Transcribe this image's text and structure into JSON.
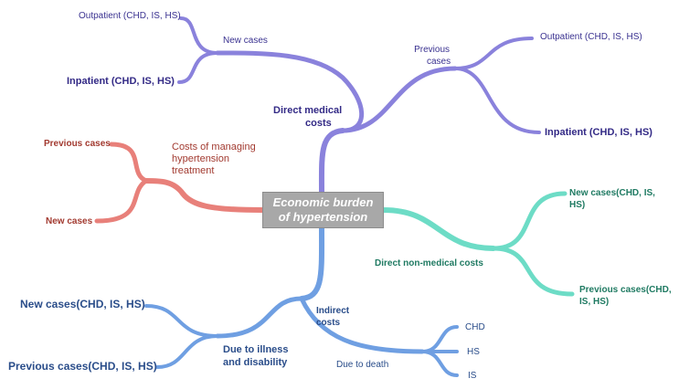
{
  "center": {
    "line1": "Economic burden",
    "line2": "of hypertension"
  },
  "direct_medical": {
    "label": [
      "Direct medical",
      "costs"
    ],
    "new_cases": "New cases",
    "outpatient_new": "Outpatient (CHD, IS, HS)",
    "inpatient_new": "Inpatient (CHD, IS, HS)",
    "previous_cases": [
      "Previous",
      "cases"
    ],
    "outpatient_prev": "Outpatient (CHD, IS, HS)",
    "inpatient_prev": "Inpatient (CHD, IS, HS)"
  },
  "managing": {
    "label": [
      "Costs of managing",
      "hypertension",
      "treatment"
    ],
    "previous_cases": "Previous cases",
    "new_cases": "New cases"
  },
  "non_medical": {
    "label": "Direct non-medical costs",
    "new_cases": [
      "New cases(CHD, IS,",
      "HS)"
    ],
    "previous_cases": [
      "Previous cases(CHD,",
      "IS, HS)"
    ]
  },
  "indirect": {
    "label": [
      "Indirect",
      "costs"
    ],
    "illness": [
      "Due to illness",
      "and disability"
    ],
    "new_cases": "New cases(CHD, IS, HS)",
    "previous_cases": "Previous cases(CHD, IS, HS)",
    "death": "Due to death",
    "chd": "CHD",
    "hs": "HS",
    "is": "IS"
  },
  "colors": {
    "purple": "#8a82dc",
    "red": "#e8807a",
    "teal": "#6ddcc6",
    "blue": "#6f9fe2"
  }
}
